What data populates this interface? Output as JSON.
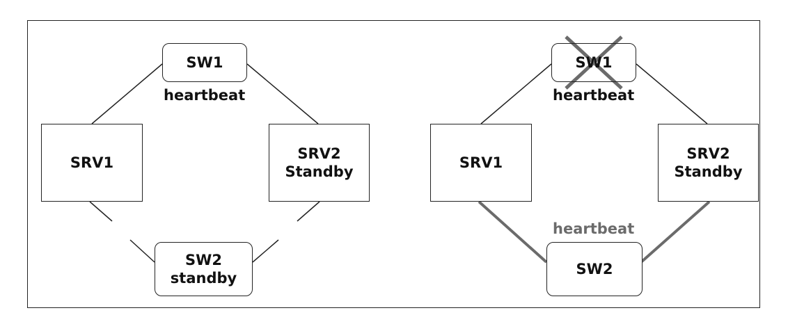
{
  "left_scenario": {
    "sw1": "SW1",
    "sw1_caption": "heartbeat",
    "srv1": "SRV1",
    "srv2_line1": "SRV2",
    "srv2_line2": "Standby",
    "sw2_line1": "SW2",
    "sw2_line2": "standby"
  },
  "right_scenario": {
    "sw1": "SW1",
    "sw1_caption": "heartbeat",
    "srv1": "SRV1",
    "srv2_line1": "SRV2",
    "srv2_line2": "Standby",
    "sw2": "SW2",
    "sw2_caption": "heartbeat"
  },
  "colors": {
    "line": "#222222",
    "active_link": "#6b6b6b",
    "failure_mark": "#6b6b6b"
  },
  "icons": {
    "failure_mark": "cross-mark-icon"
  }
}
